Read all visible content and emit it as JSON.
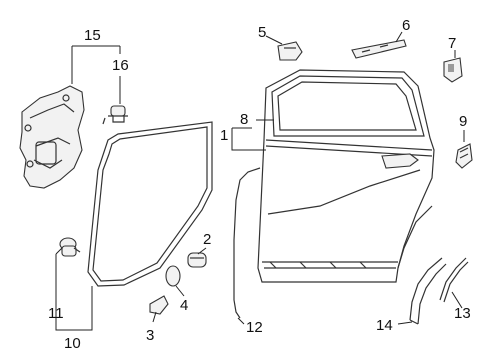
{
  "diagram": {
    "callouts": [
      {
        "id": "c1",
        "label": "1"
      },
      {
        "id": "c2",
        "label": "2"
      },
      {
        "id": "c3",
        "label": "3"
      },
      {
        "id": "c4",
        "label": "4"
      },
      {
        "id": "c5",
        "label": "5"
      },
      {
        "id": "c6",
        "label": "6"
      },
      {
        "id": "c7",
        "label": "7"
      },
      {
        "id": "c8",
        "label": "8"
      },
      {
        "id": "c9",
        "label": "9"
      },
      {
        "id": "c10",
        "label": "10"
      },
      {
        "id": "c11",
        "label": "11"
      },
      {
        "id": "c12",
        "label": "12"
      },
      {
        "id": "c13",
        "label": "13"
      },
      {
        "id": "c14",
        "label": "14"
      },
      {
        "id": "c15",
        "label": "15"
      },
      {
        "id": "c16",
        "label": "16"
      }
    ]
  },
  "colors": {
    "line": "#222222",
    "background": "#ffffff",
    "accent": "#9a9a9a"
  }
}
